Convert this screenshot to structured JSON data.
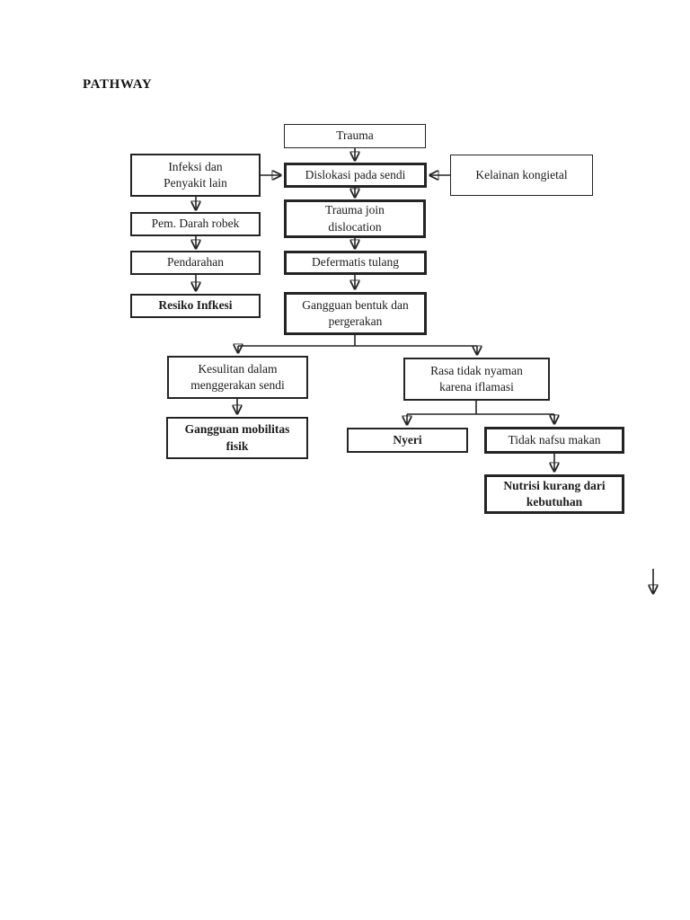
{
  "page": {
    "heading": "PATHWAY"
  },
  "flowchart": {
    "nodes": {
      "trauma": {
        "label": "Trauma",
        "bold": false
      },
      "infeksi": {
        "label": "Infeksi dan\nPenyakit lain",
        "bold": false
      },
      "dislokasi": {
        "label": "Dislokasi pada sendi",
        "bold": false
      },
      "kelainan": {
        "label": "Kelainan kongietal",
        "bold": false
      },
      "trauma_join": {
        "label": "Trauma join\ndislocation",
        "bold": false
      },
      "pem_darah": {
        "label": "Pem. Darah robek",
        "bold": false
      },
      "pendarahan": {
        "label": "Pendarahan",
        "bold": false
      },
      "defermatis": {
        "label": "Defermatis tulang",
        "bold": false
      },
      "resiko": {
        "label": "Resiko Infkesi",
        "bold": true
      },
      "gangguan_bentuk": {
        "label": "Gangguan bentuk dan\npergerakan",
        "bold": false
      },
      "kesulitan": {
        "label": "Kesulitan dalam\nmenggerakan sendi",
        "bold": false
      },
      "rasa": {
        "label": "Rasa tidak nyaman\nkarena iflamasi",
        "bold": false
      },
      "gangguan_mobilitas": {
        "label": "Gangguan mobilitas\nfisik",
        "bold": true
      },
      "nyeri": {
        "label": "Nyeri",
        "bold": true
      },
      "tidak_nafsu": {
        "label": "Tidak nafsu makan",
        "bold": false
      },
      "nutrisi": {
        "label": "Nutrisi kurang dari\nkebutuhan",
        "bold": true
      }
    },
    "edges": [
      "Trauma -> Dislokasi pada sendi",
      "Infeksi dan Penyakit lain -> Dislokasi pada sendi",
      "Kelainan kongietal -> Dislokasi pada sendi",
      "Dislokasi pada sendi -> Trauma join dislocation",
      "Infeksi dan Penyakit lain -> Pem. Darah robek",
      "Pem. Darah robek -> Pendarahan",
      "Pendarahan -> Resiko Infkesi",
      "Trauma join dislocation -> Defermatis tulang",
      "Defermatis tulang -> Gangguan bentuk dan pergerakan",
      "Gangguan bentuk dan pergerakan -> Kesulitan dalam menggerakan sendi",
      "Gangguan bentuk dan pergerakan -> Rasa tidak nyaman karena iflamasi",
      "Kesulitan dalam menggerakan sendi -> Gangguan mobilitas fisik",
      "Rasa tidak nyaman karena iflamasi -> Nyeri",
      "Rasa tidak nyaman karena iflamasi -> Tidak nafsu makan",
      "Tidak nafsu makan -> Nutrisi kurang dari kebutuhan"
    ],
    "stray_arrow": "unattached down arrow at bottom right of diagram",
    "colors": {
      "ink": "#242424",
      "paper": "#ffffff"
    }
  }
}
